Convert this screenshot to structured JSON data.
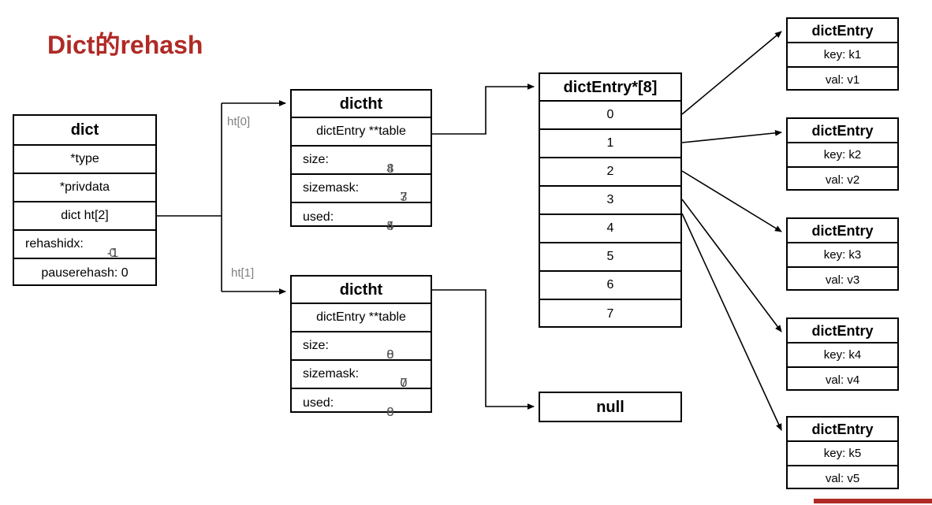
{
  "title": {
    "prefix": "Dict",
    "cjk": "的",
    "suffix": "rehash",
    "color": "#b02a26"
  },
  "dict": {
    "header": "dict",
    "rows": [
      {
        "label": "*type"
      },
      {
        "label": "*privdata"
      },
      {
        "label": "dict ht[2]"
      },
      {
        "label": "rehashidx:",
        "value_a": "-1",
        "value_b": "0",
        "ghost": true
      },
      {
        "label": "pauserehash: 0"
      }
    ]
  },
  "ht_labels": {
    "ht0": "ht[0]",
    "ht1": "ht[1]"
  },
  "dictht0": {
    "header": "dictht",
    "table_label": "dictEntry **table",
    "fields": [
      {
        "label": "size:",
        "value_a": "8",
        "value_b": "4",
        "ghost": true
      },
      {
        "label": "sizemask:",
        "value_a": "7",
        "value_b": "3",
        "ghost": true
      },
      {
        "label": "used:",
        "value_a": "4",
        "value_b": "5",
        "ghost": true
      }
    ]
  },
  "dictht1": {
    "header": "dictht",
    "table_label": "dictEntry **table",
    "fields": [
      {
        "label": "size:",
        "value_a": "0",
        "value_b": "8",
        "ghost": true
      },
      {
        "label": "sizemask:",
        "value_a": "0",
        "value_b": "7",
        "ghost": true
      },
      {
        "label": "used:",
        "value_a": "0",
        "value_b": "8",
        "ghost": true
      }
    ]
  },
  "array": {
    "header": "dictEntry*[8]",
    "slots": [
      "0",
      "1",
      "2",
      "3",
      "4",
      "5",
      "6",
      "7"
    ]
  },
  "null_node": {
    "label": "null"
  },
  "entries": [
    {
      "header": "dictEntry",
      "key": "key: k1",
      "val": "val: v1"
    },
    {
      "header": "dictEntry",
      "key": "key: k2",
      "val": "val: v2"
    },
    {
      "header": "dictEntry",
      "key": "key: k3",
      "val": "val: v3"
    },
    {
      "header": "dictEntry",
      "key": "key: k4",
      "val": "val: v4"
    },
    {
      "header": "dictEntry",
      "key": "key: k5",
      "val": "val: v5"
    }
  ],
  "colors": {
    "line": "#000000",
    "label_gray": "#808080",
    "accent": "#b02a26"
  }
}
